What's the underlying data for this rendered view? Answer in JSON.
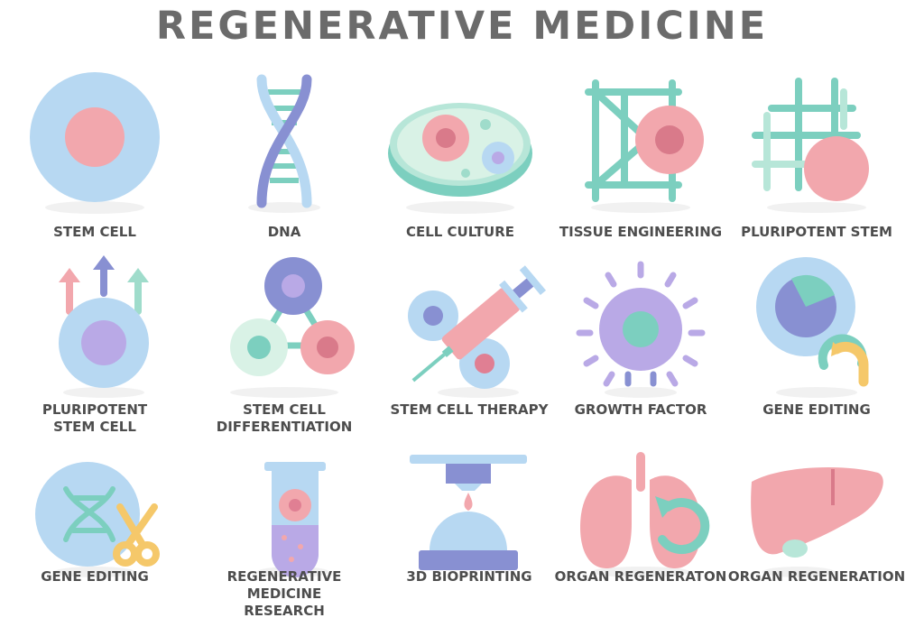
{
  "title": "REGENERATIVE MEDICINE",
  "colors": {
    "blue": "#b7d8f2",
    "pink": "#f2a7ad",
    "teal": "#7ccfbf",
    "purple": "#b9a9e6",
    "indigo": "#8890d2",
    "yellow": "#f5c86a",
    "text": "#4d4d4d"
  },
  "tiles": [
    {
      "label": "STEM CELL",
      "icon": "stem-cell-icon"
    },
    {
      "label": "DNA",
      "icon": "dna-icon"
    },
    {
      "label": "CELL CULTURE",
      "icon": "petri-dish-icon"
    },
    {
      "label": "TISSUE ENGINEERING",
      "icon": "scaffold-icon"
    },
    {
      "label": "PLURIPOTENT STEM",
      "icon": "grid-cell-icon"
    },
    {
      "label": "PLURIPOTENT\nSTEM CELL",
      "icon": "cell-arrows-icon"
    },
    {
      "label": "STEM CELL\nDIFFERENTIATION",
      "icon": "differentiation-icon"
    },
    {
      "label": "STEM CELL THERAPY",
      "icon": "syringe-icon"
    },
    {
      "label": "GROWTH FACTOR",
      "icon": "growth-factor-icon"
    },
    {
      "label": "GENE EDITING",
      "icon": "magnifier-cell-icon"
    },
    {
      "label": "GENE EDITING",
      "icon": "dna-scissors-icon"
    },
    {
      "label": "REGENERATIVE MEDICINE\nRESEARCH",
      "icon": "test-tube-icon"
    },
    {
      "label": "3D BIOPRINTING",
      "icon": "bioprinter-icon"
    },
    {
      "label": "ORGAN REGENERATON",
      "icon": "lungs-icon"
    },
    {
      "label": "ORGAN REGENERATION",
      "icon": "liver-icon"
    }
  ]
}
